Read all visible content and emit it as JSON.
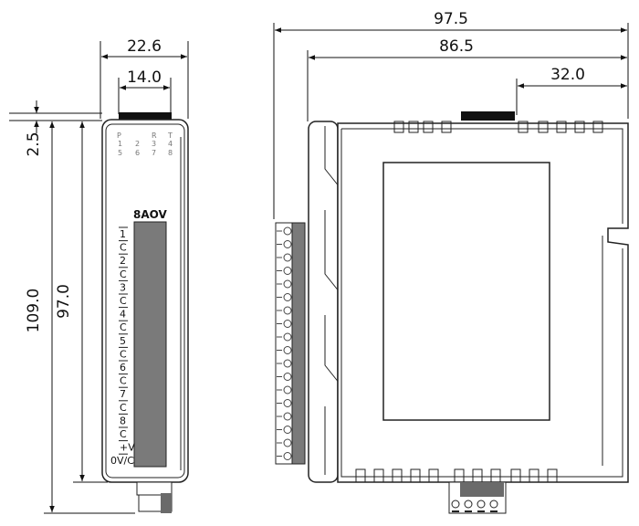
{
  "dimensions": {
    "front_width": "22.6",
    "front_top_width": "14.0",
    "top_offset": "2.5",
    "height_total": "109.0",
    "height_body": "97.0",
    "side_depth_total": "97.5",
    "side_depth_body": "86.5",
    "side_connector_offset": "32.0"
  },
  "front_panel": {
    "led_row_letters": [
      "P",
      "",
      "R",
      "T"
    ],
    "led_row_top": [
      "1",
      "2",
      "3",
      "4"
    ],
    "led_row_bottom": [
      "5",
      "6",
      "7",
      "8"
    ],
    "model": "8AOV",
    "terminals": [
      "1",
      "C",
      "2",
      "C",
      "3",
      "C",
      "4",
      "C",
      "5",
      "C",
      "6",
      "C",
      "7",
      "C",
      "8",
      "C",
      "+V",
      "0V/C"
    ]
  },
  "colors": {
    "outline": "#222222",
    "panel_dark": "#7a7a7a",
    "connector": "#111111",
    "terminal_gray": "#cfcfcf"
  }
}
